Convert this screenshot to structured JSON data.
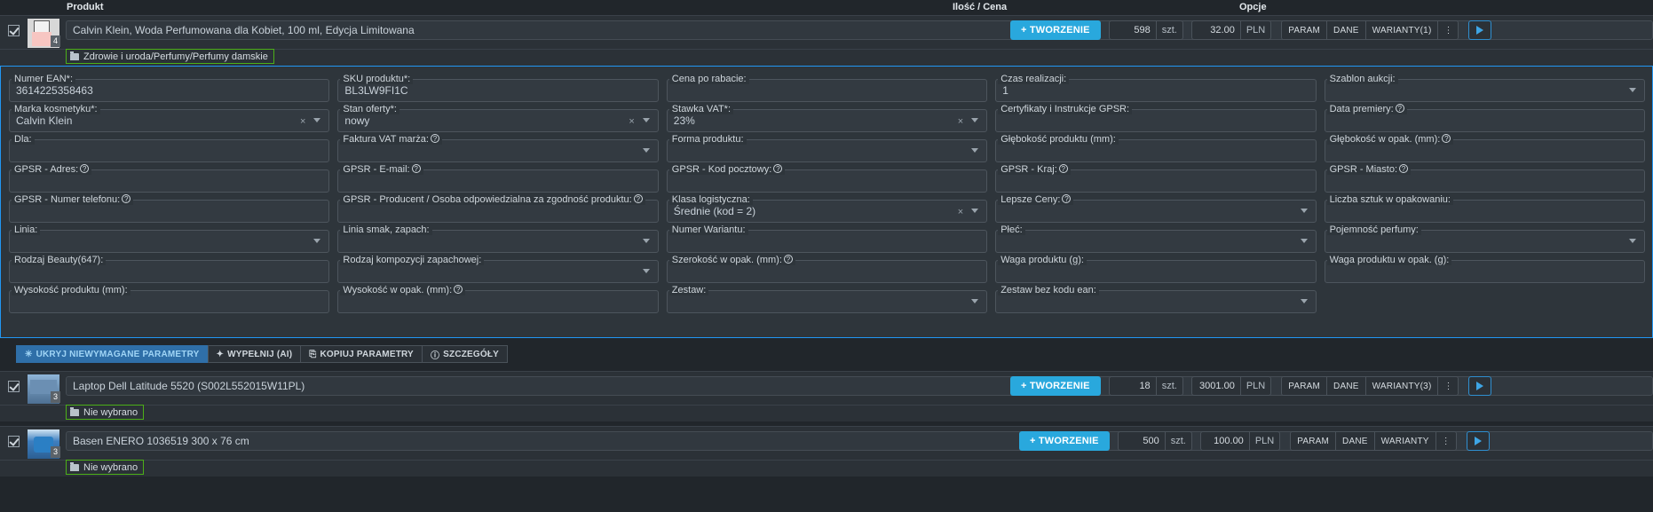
{
  "columns": {
    "produkt": "Produkt",
    "ilosc_cena": "Ilość / Cena",
    "opcje": "Opcje"
  },
  "rows": [
    {
      "title": "Calvin Klein, Woda Perfumowana dla Kobiet, 100 ml, Edycja Limitowana",
      "category": "Zdrowie i uroda/Perfumy/Perfumy damskie",
      "thumb_badge": "4",
      "create_label": "+ TWORZENIE",
      "qty": "598",
      "qty_unit": "szt.",
      "price": "32.00",
      "currency": "PLN",
      "options": [
        "PARAM",
        "DANE",
        "WARIANTY(1)"
      ],
      "more_icon": "⋮",
      "expanded": true
    },
    {
      "title": "Laptop Dell Latitude 5520 (S002L552015W11PL)",
      "category": "Nie wybrano",
      "thumb_badge": "3",
      "create_label": "+ TWORZENIE",
      "qty": "18",
      "qty_unit": "szt.",
      "price": "3001.00",
      "currency": "PLN",
      "options": [
        "PARAM",
        "DANE",
        "WARIANTY(3)"
      ],
      "more_icon": "⋮",
      "expanded": false
    },
    {
      "title": "Basen ENERO 1036519 300 x 76 cm",
      "category": "Nie wybrano",
      "thumb_badge": "3",
      "create_label": "+ TWORZENIE",
      "qty": "500",
      "qty_unit": "szt.",
      "price": "100.00",
      "currency": "PLN",
      "options": [
        "PARAM",
        "DANE",
        "WARIANTY"
      ],
      "more_icon": "⋮",
      "expanded": false
    }
  ],
  "fields": [
    {
      "label": "Numer EAN*:",
      "value": "3614225358463",
      "help": false,
      "caret": false,
      "clear": false
    },
    {
      "label": "SKU produktu*:",
      "value": "BL3LW9FI1C",
      "help": false,
      "caret": false,
      "clear": false
    },
    {
      "label": "Cena po rabacie:",
      "value": "",
      "help": false,
      "caret": false,
      "clear": false
    },
    {
      "label": "Czas realizacji:",
      "value": "1",
      "help": false,
      "caret": false,
      "clear": false
    },
    {
      "label": "Szablon aukcji:",
      "value": "",
      "help": false,
      "caret": true,
      "clear": false
    },
    {
      "label": "Marka kosmetyku*:",
      "value": "Calvin Klein",
      "help": false,
      "caret": true,
      "clear": true
    },
    {
      "label": "Stan oferty*:",
      "value": "nowy",
      "help": false,
      "caret": true,
      "clear": true
    },
    {
      "label": "Stawka VAT*:",
      "value": "23%",
      "help": false,
      "caret": true,
      "clear": true
    },
    {
      "label": "Certyfikaty i Instrukcje GPSR:",
      "value": "",
      "help": false,
      "caret": false,
      "clear": false
    },
    {
      "label": "Data premiery:",
      "value": "",
      "help": true,
      "caret": false,
      "clear": false
    },
    {
      "label": "Dla:",
      "value": "",
      "help": false,
      "caret": false,
      "clear": false
    },
    {
      "label": "Faktura VAT marża:",
      "value": "",
      "help": true,
      "caret": true,
      "clear": false
    },
    {
      "label": "Forma produktu:",
      "value": "",
      "help": false,
      "caret": true,
      "clear": false
    },
    {
      "label": "Głębokość produktu (mm):",
      "value": "",
      "help": false,
      "caret": false,
      "clear": false
    },
    {
      "label": "Głębokość w opak. (mm):",
      "value": "",
      "help": true,
      "caret": false,
      "clear": false
    },
    {
      "label": "GPSR - Adres:",
      "value": "",
      "help": true,
      "caret": false,
      "clear": false
    },
    {
      "label": "GPSR - E-mail:",
      "value": "",
      "help": true,
      "caret": false,
      "clear": false
    },
    {
      "label": "GPSR - Kod pocztowy:",
      "value": "",
      "help": true,
      "caret": false,
      "clear": false
    },
    {
      "label": "GPSR - Kraj:",
      "value": "",
      "help": true,
      "caret": false,
      "clear": false
    },
    {
      "label": "GPSR - Miasto:",
      "value": "",
      "help": true,
      "caret": false,
      "clear": false
    },
    {
      "label": "GPSR - Numer telefonu:",
      "value": "",
      "help": true,
      "caret": false,
      "clear": false
    },
    {
      "label": "GPSR - Producent / Osoba odpowiedzialna za zgodność produktu:",
      "value": "",
      "help": true,
      "caret": false,
      "clear": false
    },
    {
      "label": "Klasa logistyczna:",
      "value": "Średnie (kod = 2)",
      "help": false,
      "caret": true,
      "clear": true
    },
    {
      "label": "Lepsze Ceny:",
      "value": "",
      "help": true,
      "caret": true,
      "clear": false
    },
    {
      "label": "Liczba sztuk w opakowaniu:",
      "value": "",
      "help": false,
      "caret": false,
      "clear": false
    },
    {
      "label": "Linia:",
      "value": "",
      "help": false,
      "caret": true,
      "clear": false
    },
    {
      "label": "Linia smak, zapach:",
      "value": "",
      "help": false,
      "caret": true,
      "clear": false
    },
    {
      "label": "Numer Wariantu:",
      "value": "",
      "help": false,
      "caret": false,
      "clear": false
    },
    {
      "label": "Płeć:",
      "value": "",
      "help": false,
      "caret": true,
      "clear": false
    },
    {
      "label": "Pojemność perfumy:",
      "value": "",
      "help": false,
      "caret": true,
      "clear": false
    },
    {
      "label": "Rodzaj Beauty(647):",
      "value": "",
      "help": false,
      "caret": false,
      "clear": false
    },
    {
      "label": "Rodzaj kompozycji zapachowej:",
      "value": "",
      "help": false,
      "caret": true,
      "clear": false
    },
    {
      "label": "Szerokość w opak. (mm):",
      "value": "",
      "help": true,
      "caret": false,
      "clear": false
    },
    {
      "label": "Waga produktu (g):",
      "value": "",
      "help": false,
      "caret": false,
      "clear": false
    },
    {
      "label": "Waga produktu w opak. (g):",
      "value": "",
      "help": false,
      "caret": false,
      "clear": false
    },
    {
      "label": "Wysokość produktu (mm):",
      "value": "",
      "help": false,
      "caret": false,
      "clear": false
    },
    {
      "label": "Wysokość w opak. (mm):",
      "value": "",
      "help": true,
      "caret": false,
      "clear": false
    },
    {
      "label": "Zestaw:",
      "value": "",
      "help": false,
      "caret": true,
      "clear": false
    },
    {
      "label": "Zestaw bez kodu ean:",
      "value": "",
      "help": false,
      "caret": true,
      "clear": false
    },
    {
      "label": "",
      "value": "",
      "help": false,
      "caret": false,
      "clear": false
    }
  ],
  "tabs": [
    {
      "icon": "✳",
      "label": "UKRYJ NIEWYMAGANE PARAMETRY",
      "active": true
    },
    {
      "icon": "✦",
      "label": "WYPEŁNIJ (AI)",
      "active": false
    },
    {
      "icon": "⎘",
      "label": "KOPIUJ PARAMETRY",
      "active": false
    },
    {
      "icon": "ⓘ",
      "label": "SZCZEGÓŁY",
      "active": false
    }
  ],
  "colors": {
    "accent": "#29a8dd",
    "panel_border": "#2196f3",
    "category_ok": "#4caf18",
    "tab_active": "#2f6fa8"
  }
}
